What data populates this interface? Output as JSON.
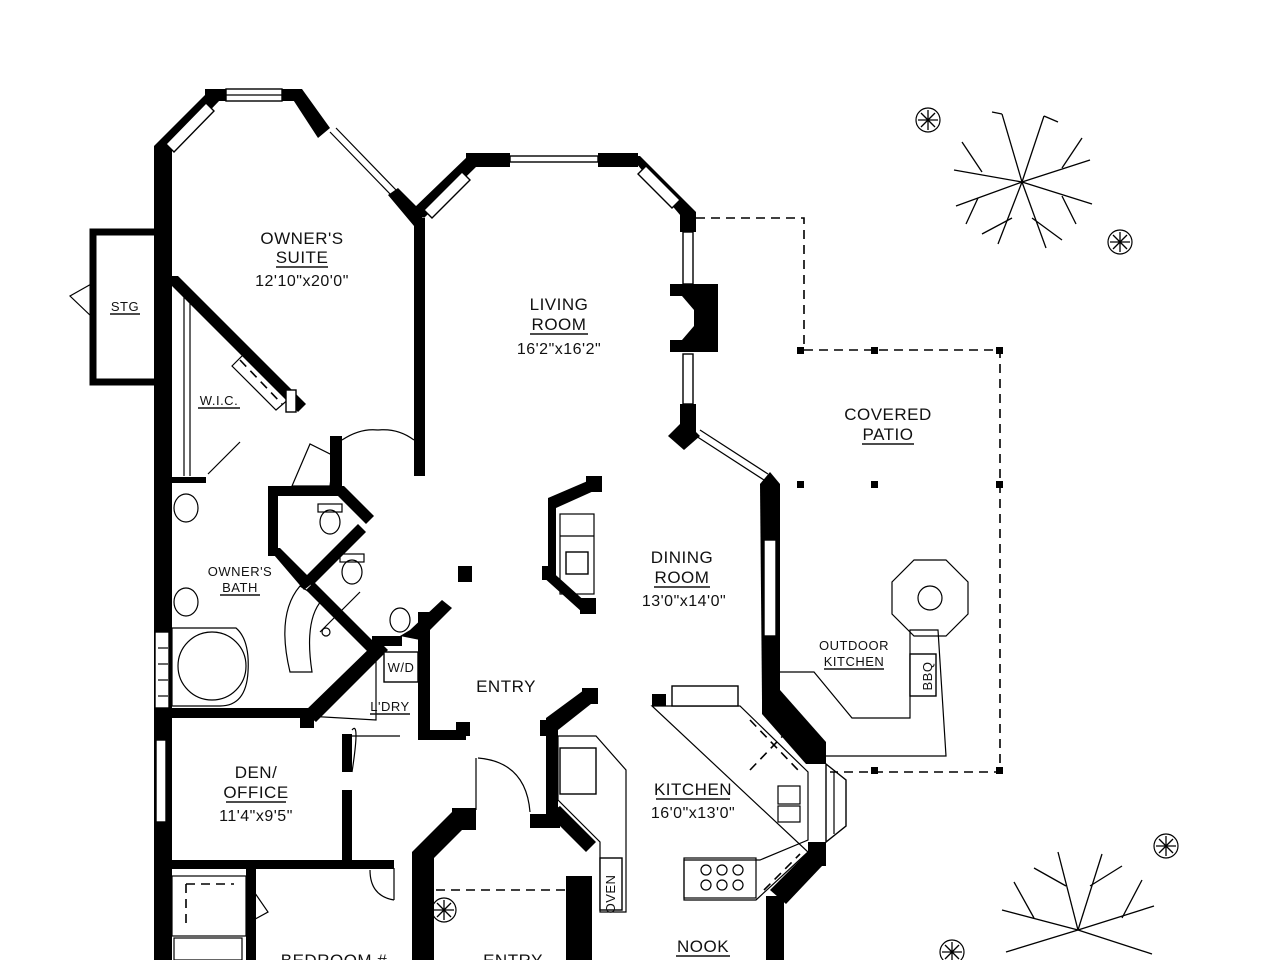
{
  "rooms": {
    "owners_suite": {
      "name_line1": "OWNER'S",
      "name_line2": "SUITE",
      "dims": "12'10\"x20'0\""
    },
    "living_room": {
      "name_line1": "LIVING",
      "name_line2": "ROOM",
      "dims": "16'2\"x16'2\""
    },
    "covered_patio": {
      "name_line1": "COVERED",
      "name_line2": "PATIO"
    },
    "dining_room": {
      "name_line1": "DINING",
      "name_line2": "ROOM",
      "dims": "13'0\"x14'0\""
    },
    "outdoor_kitchen": {
      "name_line1": "OUTDOOR",
      "name_line2": "KITCHEN"
    },
    "stg": {
      "name": "STG"
    },
    "wic": {
      "name": "W.I.C."
    },
    "owners_bath": {
      "name_line1": "OWNER'S",
      "name_line2": "BATH"
    },
    "entry": {
      "name": "ENTRY"
    },
    "laundry": {
      "name": "L'DRY"
    },
    "washer_dryer": {
      "name": "W/D"
    },
    "bbq": {
      "name": "BBQ"
    },
    "den_office": {
      "name_line1": "DEN/",
      "name_line2": "OFFICE",
      "dims": "11'4\"x9'5\""
    },
    "kitchen": {
      "name": "KITCHEN",
      "dims": "16'0\"x13'0\""
    },
    "oven": {
      "name": "OVEN"
    },
    "nook": {
      "name": "NOOK"
    },
    "bedroom": {
      "name": "BEDROOM #"
    },
    "front_entry": {
      "name": "ENTRY"
    }
  }
}
